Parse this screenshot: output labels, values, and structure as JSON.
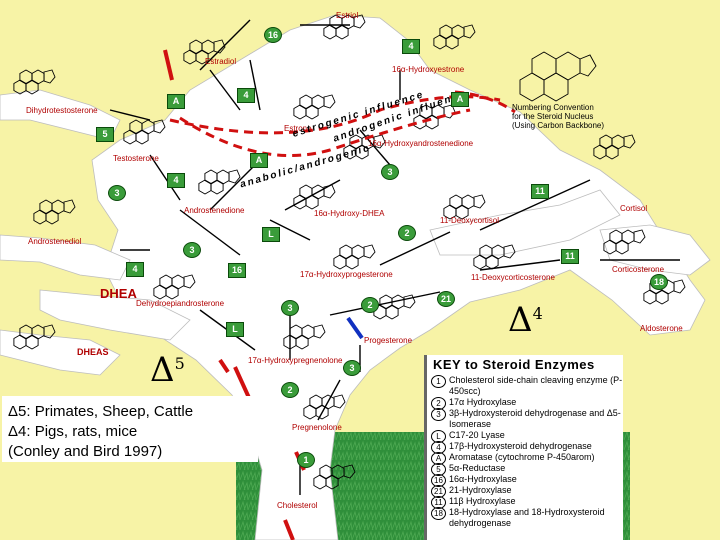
{
  "labels": {
    "estriol": "Estriol",
    "estradiol": "Estradiol",
    "hydroxyestrone16": "16α-Hydroxyestrone",
    "dihydrotestosterone": "Dihydrotestosterone",
    "estrone": "Estrone",
    "hydroxyandrostenedione16": "16α-Hydroxyandrostenedione",
    "testosterone": "Testosterone",
    "androstenedione": "Androstenedione",
    "hydroxydhea16": "16α-Hydroxy-DHEA",
    "androstenediol": "Androstenediol",
    "deoxycortisol": "11-Deoxycortisol",
    "cortisol": "Cortisol",
    "hydroxyprogesterone17": "17α-Hydroxyprogesterone",
    "deoxycorticosterone": "11-Deoxycorticosterone",
    "corticosterone": "Corticosterone",
    "dhea": "DHEA",
    "dehydroepiandrosterone": "Dehydroepiandrosterone",
    "dheas": "DHEAS",
    "aldosterone": "Aldosterone",
    "progesterone": "Progesterone",
    "hydroxypregnenolone17": "17α-Hydroxypregnenolone",
    "pregnenolone": "Pregnenolone",
    "cholesterol": "Cholesterol",
    "numbering_line1": "Numbering Convention",
    "numbering_line2": "for the Steroid Nucleus",
    "numbering_line3": "(Using Carbon Backbone)",
    "estrogenic_influence": "estrogenic influence",
    "androgenic_influence": "androgenic influence",
    "anabolic_androgenic": "anabolic/androgenic"
  },
  "deltas": {
    "delta5_symbol": "Δ",
    "delta5_sup": "5",
    "delta4_symbol": "Δ",
    "delta4_sup": "4"
  },
  "species_note": {
    "line1": "Δ5: Primates, Sheep, Cattle",
    "line2": "Δ4: Pigs, rats, mice",
    "line3": "(Conley and Bird 1997)"
  },
  "key": {
    "title": "KEY to Steroid Enzymes",
    "rows": [
      {
        "code": "1",
        "text": "Cholesterol side-chain cleaving enzyme (P-450scc)"
      },
      {
        "code": "2",
        "text": "17α Hydroxylase"
      },
      {
        "code": "3",
        "text": "3β-Hydroxysteroid dehydrogenase and Δ5-Isomerase"
      },
      {
        "code": "L",
        "text": "C17-20 Lyase"
      },
      {
        "code": "4",
        "text": "17β-Hydroxysteroid dehydrogenase"
      },
      {
        "code": "A",
        "text": "Aromatase (cytochrome P-450arom)"
      },
      {
        "code": "5",
        "text": "5α-Reductase"
      },
      {
        "code": "16",
        "text": "16α-Hydroxylase"
      },
      {
        "code": "21",
        "text": "21-Hydroxylase"
      },
      {
        "code": "11",
        "text": "11β Hydroxylase"
      },
      {
        "code": "18",
        "text": "18-Hydroxylase and 18-Hydroxysteroid dehydrogenase"
      }
    ]
  },
  "enzyme_markers": [
    {
      "code": "16"
    },
    {
      "code": "4"
    },
    {
      "code": "A"
    },
    {
      "code": "4"
    },
    {
      "code": "A"
    },
    {
      "code": "5"
    },
    {
      "code": "A"
    },
    {
      "code": "4"
    },
    {
      "code": "3"
    },
    {
      "code": "3"
    },
    {
      "code": "11"
    },
    {
      "code": "L"
    },
    {
      "code": "2"
    },
    {
      "code": "3"
    },
    {
      "code": "4"
    },
    {
      "code": "16"
    },
    {
      "code": "11"
    },
    {
      "code": "18"
    },
    {
      "code": "21"
    },
    {
      "code": "2"
    },
    {
      "code": "3"
    },
    {
      "code": "L"
    },
    {
      "code": "3"
    },
    {
      "code": "2"
    },
    {
      "code": "1"
    }
  ],
  "colors": {
    "background": "#f7f3a6",
    "label_red": "#b00000",
    "marker_green": "#3a9c3a",
    "pathway_red": "#d01010",
    "grass": "#2f8f3a",
    "tree_white": "#ffffff"
  }
}
